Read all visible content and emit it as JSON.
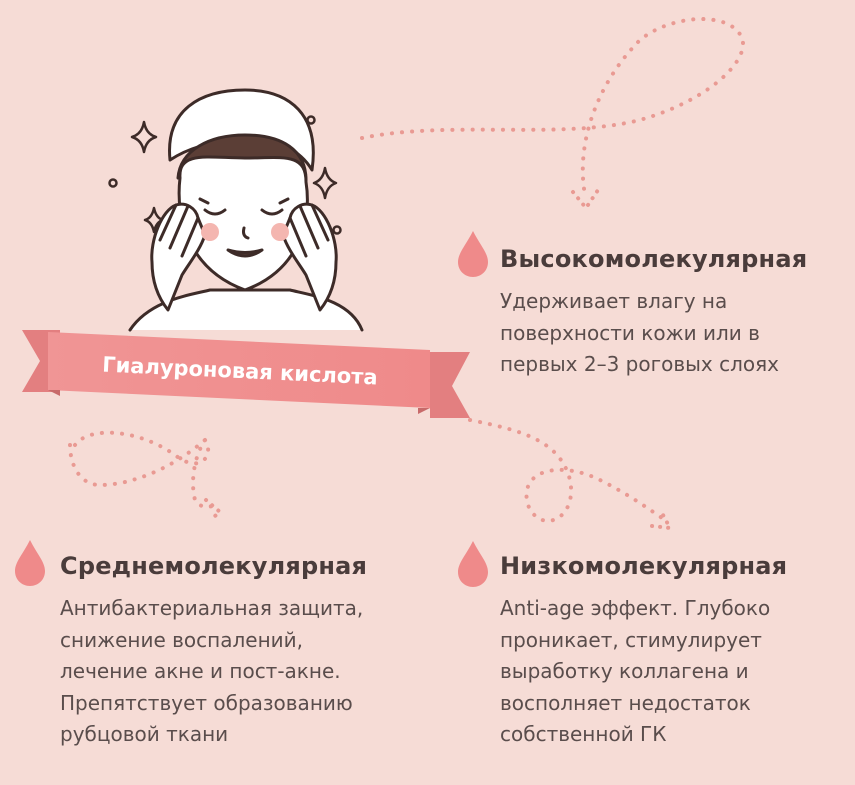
{
  "banner": {
    "title": "Гиалуроновая кислота"
  },
  "items": [
    {
      "heading": "Высокомолекулярная",
      "lines": [
        "Удерживает влагу на",
        "поверхности кожи или в",
        "первых 2–3 роговых слоях"
      ]
    },
    {
      "heading": "Среднемолекулярная",
      "lines": [
        "Антибактериальная защита,",
        "снижение воспалений,",
        "лечение акне и пост-акне.",
        "Препятствует образованию",
        "рубцовой ткани"
      ]
    },
    {
      "heading": "Низкомолекулярная",
      "lines": [
        "Anti-age эффект. Глубоко",
        "проникает, стимулирует",
        "выработку коллагена и",
        "восполняет недостаток",
        "собственной ГК"
      ]
    }
  ],
  "icons": [
    "sparkle-icon",
    "drop-icon",
    "dotted-arrow-icon",
    "woman-face-illustration"
  ],
  "colors": {
    "background": "#f6dcd6",
    "accent": "#ef8a8a",
    "heading": "#4a3c3b",
    "text": "#5a4d4c",
    "outline": "#3d2b28"
  }
}
